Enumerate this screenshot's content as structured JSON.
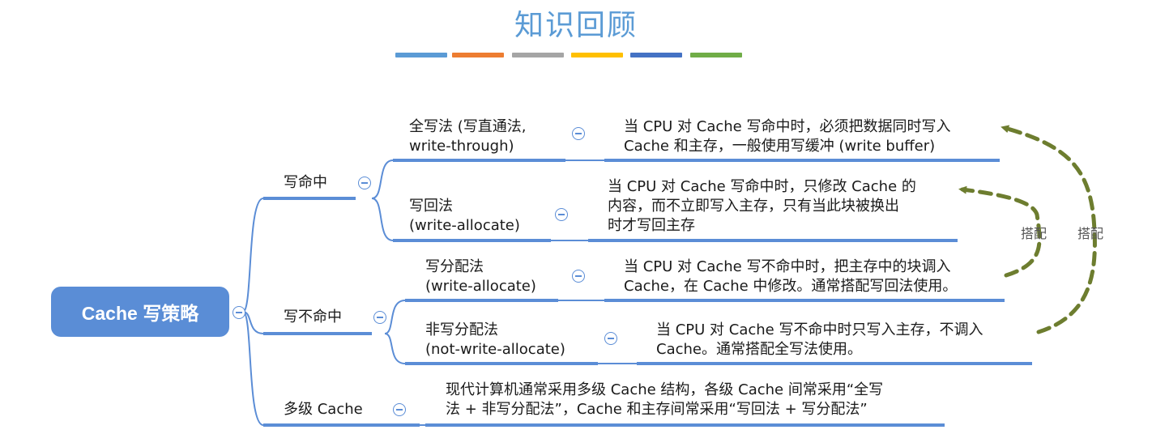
{
  "title": "知识回顾",
  "stripe_colors": [
    "#5b9bd5",
    "#ed7d31",
    "#a5a5a5",
    "#ffc000",
    "#4472c4",
    "#70ad47"
  ],
  "root": {
    "label": "Cache 写策略"
  },
  "branches": {
    "write_hit": {
      "label": "写命中",
      "children": {
        "write_through": {
          "label_line1": "全写法 (写直通法,",
          "label_line2": "write-through)",
          "desc_line1": "当 CPU 对 Cache 写命中时，必须把数据同时写入",
          "desc_line2": "Cache 和主存，一般使用写缓冲 (write buffer)"
        },
        "write_back": {
          "label_line1": "写回法",
          "label_line2": "(write-allocate)",
          "desc_line1": "当 CPU 对 Cache 写命中时，只修改 Cache 的",
          "desc_line2": "内容，而不立即写入主存，只有当此块被换出",
          "desc_line3": "时才写回主存"
        }
      }
    },
    "write_miss": {
      "label": "写不命中",
      "children": {
        "write_allocate": {
          "label_line1": "写分配法",
          "label_line2": "(write-allocate)",
          "desc_line1": "当 CPU 对 Cache 写不命中时，把主存中的块调入",
          "desc_line2": "Cache，在 Cache 中修改。通常搭配写回法使用。"
        },
        "no_write_allocate": {
          "label_line1": "非写分配法",
          "label_line2": "(not-write-allocate)",
          "desc_line1": "当 CPU 对 Cache 写不命中时只写入主存，不调入",
          "desc_line2": "Cache。通常搭配全写法使用。"
        }
      }
    },
    "multilevel": {
      "label": "多级 Cache",
      "desc_line1": "现代计算机通常采用多级 Cache 结构，各级 Cache 间常采用“全写",
      "desc_line2": "法 + 非写分配法”，Cache 和主存间常采用“写回法 + 写分配法”"
    }
  },
  "pairing_label_inner": "搭配",
  "pairing_label_outer": "搭配",
  "colors": {
    "title": "#5b9bd5",
    "root_fill": "#5a8dd6",
    "connector": "#5b8dd6",
    "arrow": "#6d7d2f"
  }
}
